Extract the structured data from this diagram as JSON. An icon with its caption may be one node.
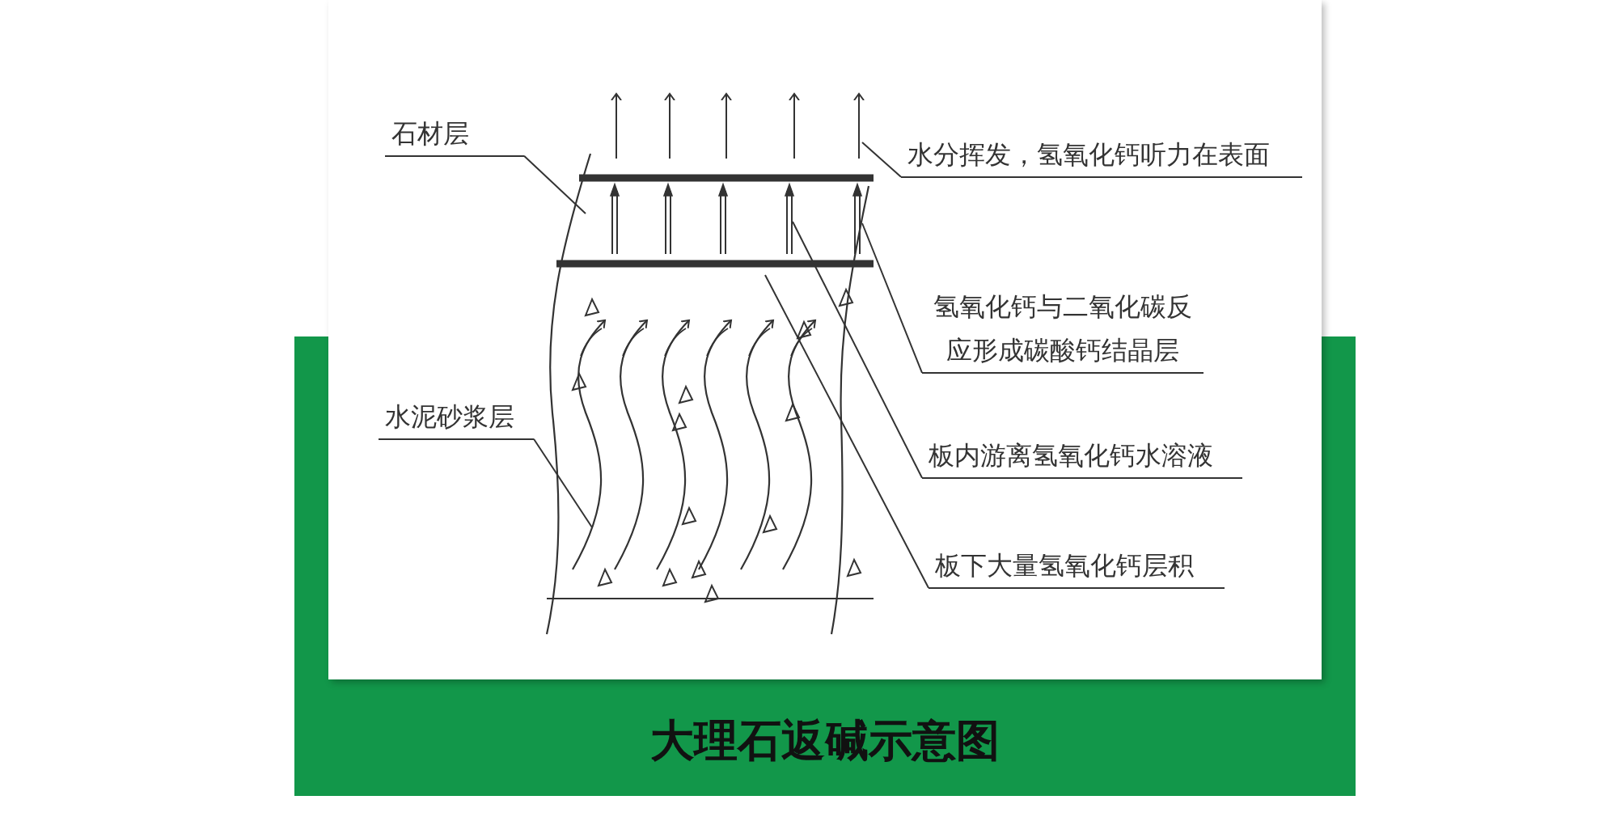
{
  "diagram": {
    "title": "大理石返碱示意图",
    "nodes": [
      {
        "text": [
          "石材层"
        ]
      },
      {
        "text": [
          "水泥砂浆层"
        ]
      },
      {
        "text": [
          "水分挥发，氢氧化钙听力在表面"
        ]
      },
      {
        "text": [
          "氢氧化钙与二氧化碳反应形成碳酸钙结晶层"
        ]
      },
      {
        "text": [
          "板内游离氢氧化钙水溶液"
        ]
      },
      {
        "text": [
          "板下大量氢氧化钙层积"
        ]
      }
    ],
    "edges": [
      {
        "from": 0,
        "to": null,
        "arrow": "none"
      },
      {
        "from": 1,
        "to": null,
        "arrow": "none"
      },
      {
        "from": 2,
        "to": null,
        "arrow": "none"
      },
      {
        "from": 3,
        "to": null,
        "arrow": "none"
      },
      {
        "from": 4,
        "to": null,
        "arrow": "none"
      },
      {
        "from": 5,
        "to": null,
        "arrow": "none"
      }
    ]
  }
}
